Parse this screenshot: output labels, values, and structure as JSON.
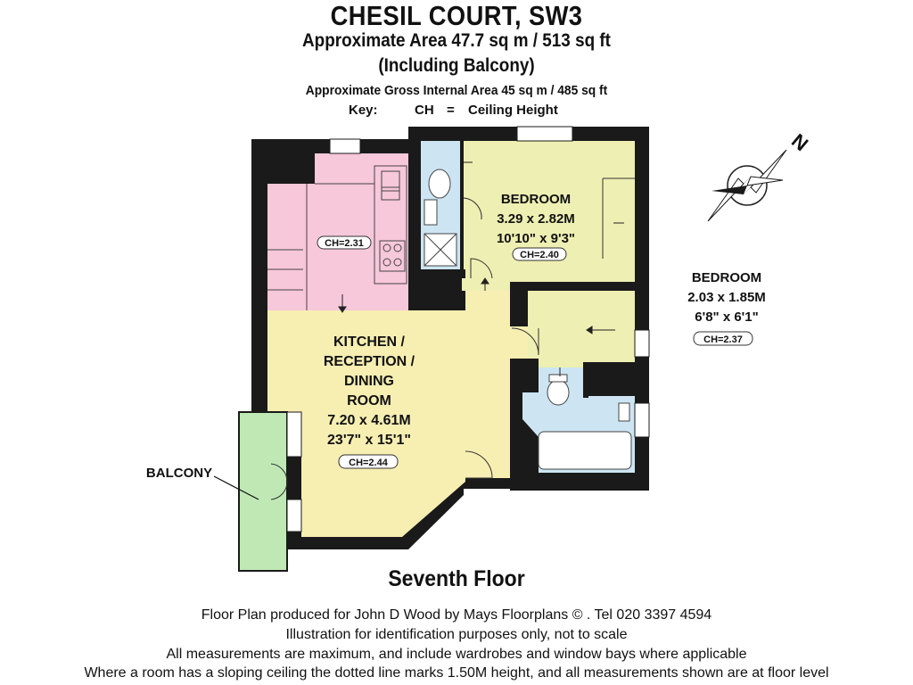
{
  "header": {
    "title": "CHESIL COURT, SW3",
    "approx_area": "Approximate Area 47.7 sq m  /  513 sq ft",
    "including": "(Including Balcony)",
    "gross_internal": "Approximate Gross Internal Area 45 sq m  /  485 sq ft",
    "key_label": "Key:",
    "key_abbrev": "CH",
    "key_equals": "=",
    "key_meaning": "Ceiling Height"
  },
  "rooms": {
    "bedroom1": {
      "name": "BEDROOM",
      "dims_m": "3.29 x 2.82M",
      "dims_ft": "10'10\" x 9'3\"",
      "ceiling": "CH=2.40"
    },
    "kitchen": {
      "ceiling": "CH=2.31"
    },
    "reception": {
      "name_line1": "KITCHEN /",
      "name_line2": "RECEPTION /",
      "name_line3": "DINING",
      "name_line4": "ROOM",
      "dims_m": "7.20 x 4.61M",
      "dims_ft": "23'7\" x 15'1\"",
      "ceiling": "CH=2.44"
    },
    "bedroom2": {
      "name": "BEDROOM",
      "dims_m": "2.03 x 1.85M",
      "dims_ft": "6'8\" x 6'1\"",
      "ceiling": "CH=2.37"
    },
    "balcony": {
      "name": "BALCONY"
    }
  },
  "compass": {
    "north_label": "N"
  },
  "floor_name": "Seventh Floor",
  "footer": {
    "line1": "Floor Plan produced for John D Wood by Mays Floorplans  © . Tel 020 3397 4594",
    "line2": "Illustration for identification purposes only, not to scale",
    "line3": "All measurements are maximum, and include wardrobes and window bays where applicable",
    "line4": "Where a room has a sloping ceiling the dotted line marks 1.50M height, and all measurements shown are at floor level"
  },
  "colors": {
    "wall": "#1a1a1a",
    "kitchen_fill": "#f7c7da",
    "reception_fill": "#f7eeb2",
    "bedroom_fill": "#eeefb2",
    "bathroom_fill": "#cde5f2",
    "balcony_fill": "#bfe8b5",
    "hall_fill": "#f7eeb2"
  }
}
